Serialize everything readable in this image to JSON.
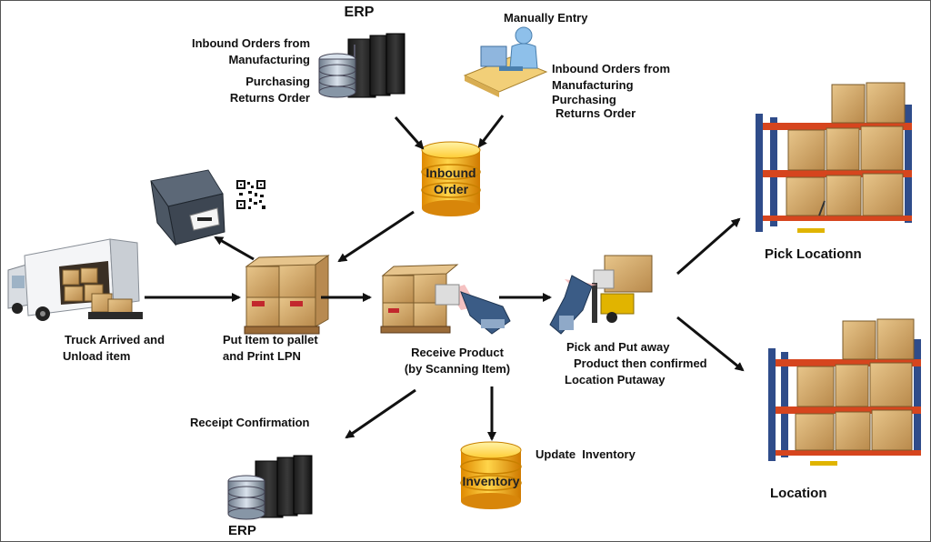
{
  "erp_top": {
    "title": "ERP",
    "lines": [
      "Inbound Orders from",
      "Manufacturing",
      "Purchasing",
      "Returns Order"
    ]
  },
  "manual": {
    "title": "Manually Entry",
    "lines": [
      "Inbound Orders from",
      "Manufacturing",
      "Purchasing",
      "Returns Order"
    ]
  },
  "inbound_db": {
    "line1": "Inbound",
    "line2": "Order"
  },
  "truck": {
    "lines": [
      "Truck Arrived and",
      "Unload item"
    ]
  },
  "pallet": {
    "lines": [
      "Put Item to pallet",
      "and Print LPN"
    ]
  },
  "receive": {
    "lines": [
      "Receive Product",
      "(by Scanning Item)"
    ]
  },
  "putaway": {
    "lines": [
      "Pick and Put away",
      "Product then confirmed",
      "Location Putaway"
    ]
  },
  "pick_location": {
    "label": "Pick Locationn"
  },
  "location": {
    "label": "Location"
  },
  "receipt": {
    "label": "Receipt Confirmation"
  },
  "erp_bottom": {
    "title": "ERP"
  },
  "inventory_db": {
    "label": "Inventory"
  },
  "update_inventory": {
    "label": "Update  Inventory"
  }
}
